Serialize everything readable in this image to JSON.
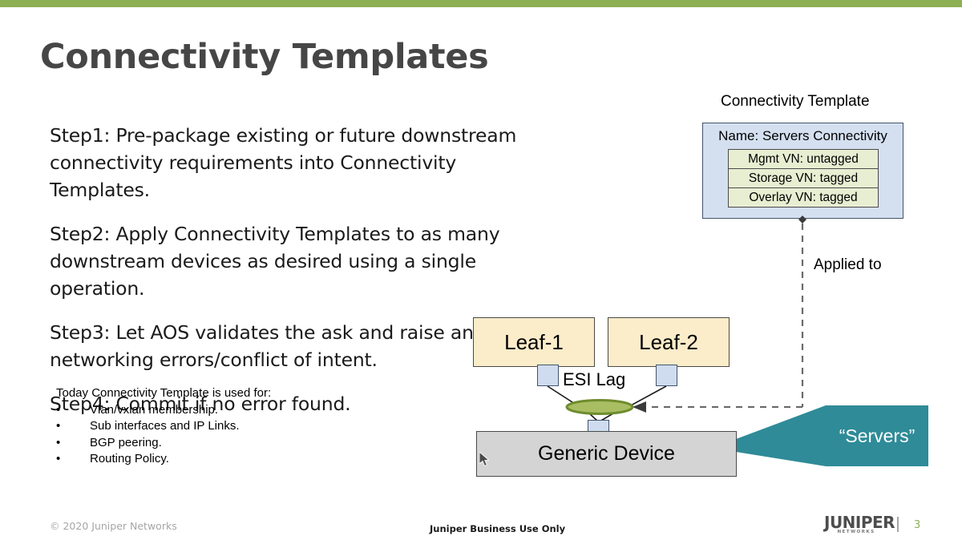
{
  "theme": {
    "accent_green": "#8cb053",
    "title_gray": "#464646",
    "teal": "#2f8b98",
    "leaf_fill": "#fbecca",
    "card_fill": "#d4e0f0",
    "row_fill": "#e8eed2",
    "device_fill": "#d4d4d4",
    "esi_ellipse": "#7d9b3c"
  },
  "title": "Connectivity Templates",
  "steps": [
    "Step1: Pre-package existing or future downstream connectivity requirements into Connectivity Templates.",
    "Step2: Apply Connectivity Templates to as many downstream devices as desired using a single operation.",
    "Step3: Let AOS validates the ask and raise any networking errors/conflict of intent.",
    "Step4: Commit if no error found."
  ],
  "used_for": {
    "heading": "Today Connectivity Template is used for:",
    "bullet_glyph": "•",
    "items": [
      "Vlan/vxlan membership.",
      "Sub interfaces and IP Links.",
      "BGP peering.",
      "Routing Policy."
    ]
  },
  "connectivity_template": {
    "caption": "Connectivity Template",
    "name": "Name: Servers Connectivity",
    "rows": [
      "Mgmt VN: untagged",
      "Storage VN: tagged",
      "Overlay VN: tagged"
    ]
  },
  "diagram": {
    "applied_to_label": "Applied to",
    "esi_label": "ESI Lag",
    "leaf1": "Leaf-1",
    "leaf2": "Leaf-2",
    "generic_device": "Generic Device",
    "servers": "“Servers”"
  },
  "footer": {
    "copyright": "© 2020 Juniper Networks",
    "classification": "Juniper Business Use Only",
    "logo_word": "JUNIPER",
    "logo_sub": "NETWORKS",
    "page_number": "3"
  }
}
